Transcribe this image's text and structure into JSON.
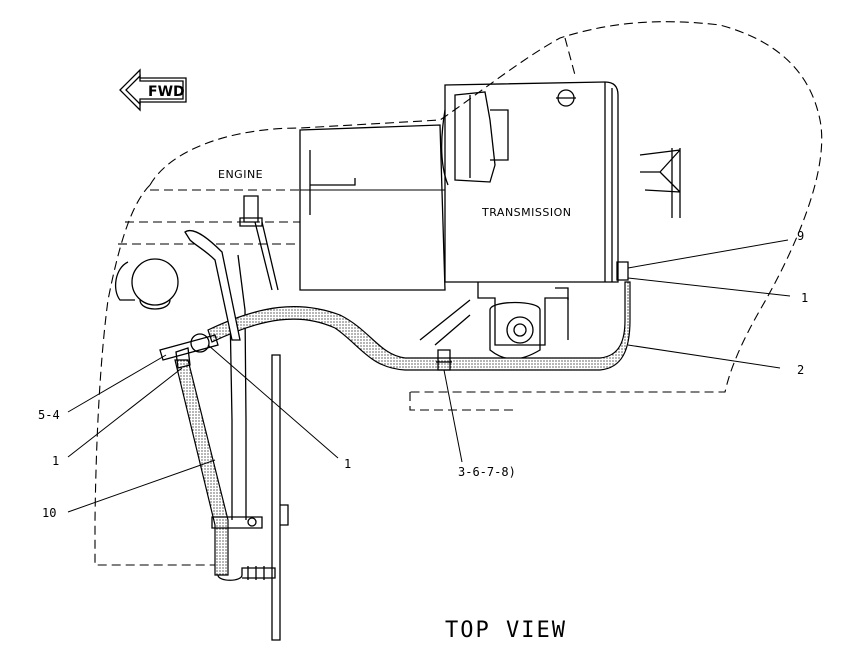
{
  "diagram": {
    "view_title": "TOP VIEW",
    "direction_arrow": "FWD",
    "components": {
      "engine": "ENGINE",
      "transmission": "TRANSMISSION"
    },
    "callouts": {
      "c9": "9",
      "c1_right": "1",
      "c2": "2",
      "c3678": "3-6-7-8)",
      "c1_center": "1",
      "c54": "5-4",
      "c1_left": "1",
      "c10": "10"
    }
  }
}
